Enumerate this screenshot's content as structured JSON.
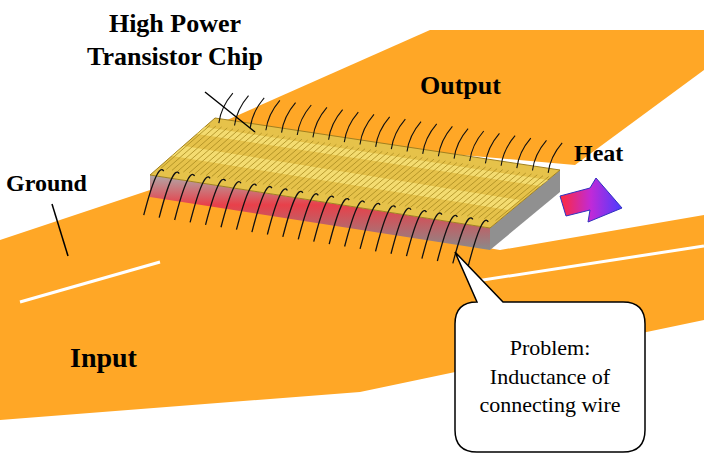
{
  "diagram": {
    "nodes": [
      {
        "text": [
          "Problem: Inductance of connecting wire"
        ]
      }
    ],
    "labels": [
      "High Power Transistor Chip",
      "Output",
      "Ground",
      "Heat",
      "Input"
    ]
  }
}
